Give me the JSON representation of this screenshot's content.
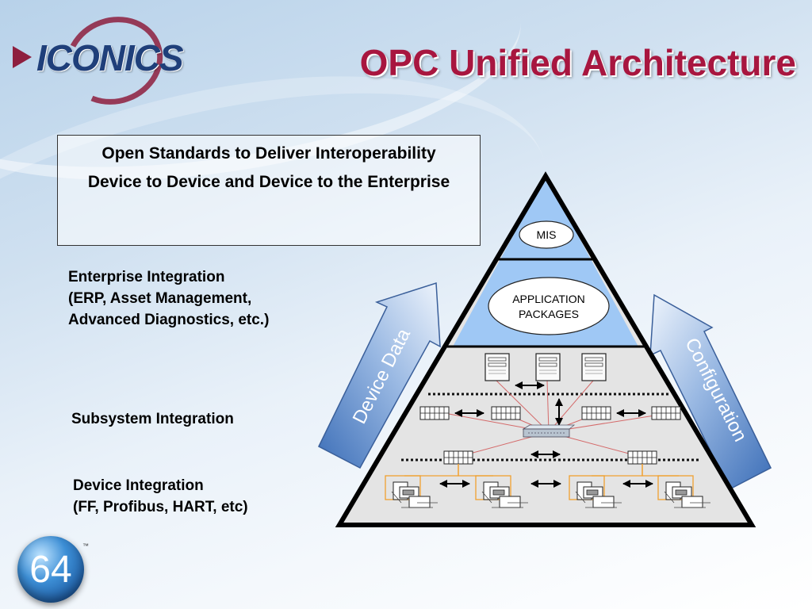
{
  "brand": {
    "name": "ICONICS"
  },
  "title": "OPC Unified Architecture",
  "intro": {
    "line1": "Open Standards to Deliver Interoperability",
    "line2": "Device to Device and Device to the Enterprise"
  },
  "levels": {
    "enterprise": [
      "Enterprise Integration",
      "(ERP, Asset Management,",
      "Advanced Diagnostics,  etc.)"
    ],
    "subsystem": [
      "Subsystem Integration"
    ],
    "device": [
      "Device  Integration",
      "(FF, Profibus, HART, etc)"
    ]
  },
  "pyramid": {
    "top_label": "MIS",
    "middle_label_1": "APPLICATION",
    "middle_label_2": "PACKAGES"
  },
  "arrows": {
    "left": "Device Data",
    "right": "Configuration"
  },
  "badge": {
    "number": "64",
    "mark": "™"
  },
  "colors": {
    "title": "#a8163f",
    "pyramid_top": "#9fc8f5",
    "pyramid_base": "#e6e6e6",
    "arrow": "#4f7cc0"
  }
}
